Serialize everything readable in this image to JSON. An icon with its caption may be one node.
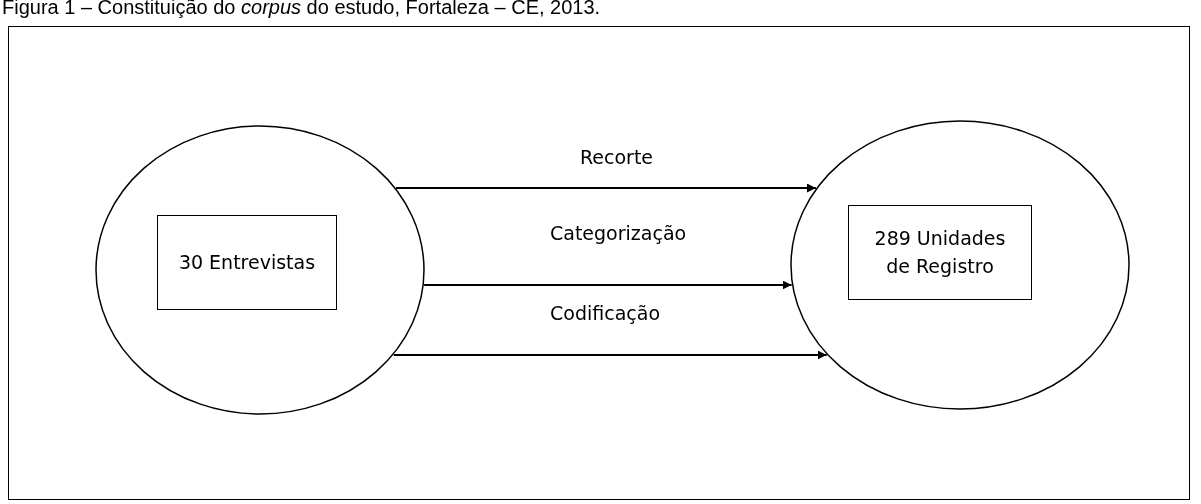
{
  "diagram": {
    "title": "Figura 1 – Constituição do *corpus* do estudo, Fortaleza – CE, 2013.",
    "nodes": [
      {
        "text": [],
        "shape": "ellipse"
      },
      {
        "text": [
          "30 Entrevistas"
        ],
        "in": 0
      },
      {
        "text": [],
        "shape": "ellipse"
      },
      {
        "text": [
          "289 Unidades de Registro"
        ],
        "in": 2
      }
    ],
    "edges": [
      {
        "from": 0,
        "to": 2,
        "arrow": "to",
        "label": "Recorte"
      },
      {
        "from": 0,
        "to": 2,
        "arrow": "to",
        "label": "Categorização"
      },
      {
        "from": 0,
        "to": 2,
        "arrow": "to",
        "label": "Codificação"
      }
    ]
  }
}
